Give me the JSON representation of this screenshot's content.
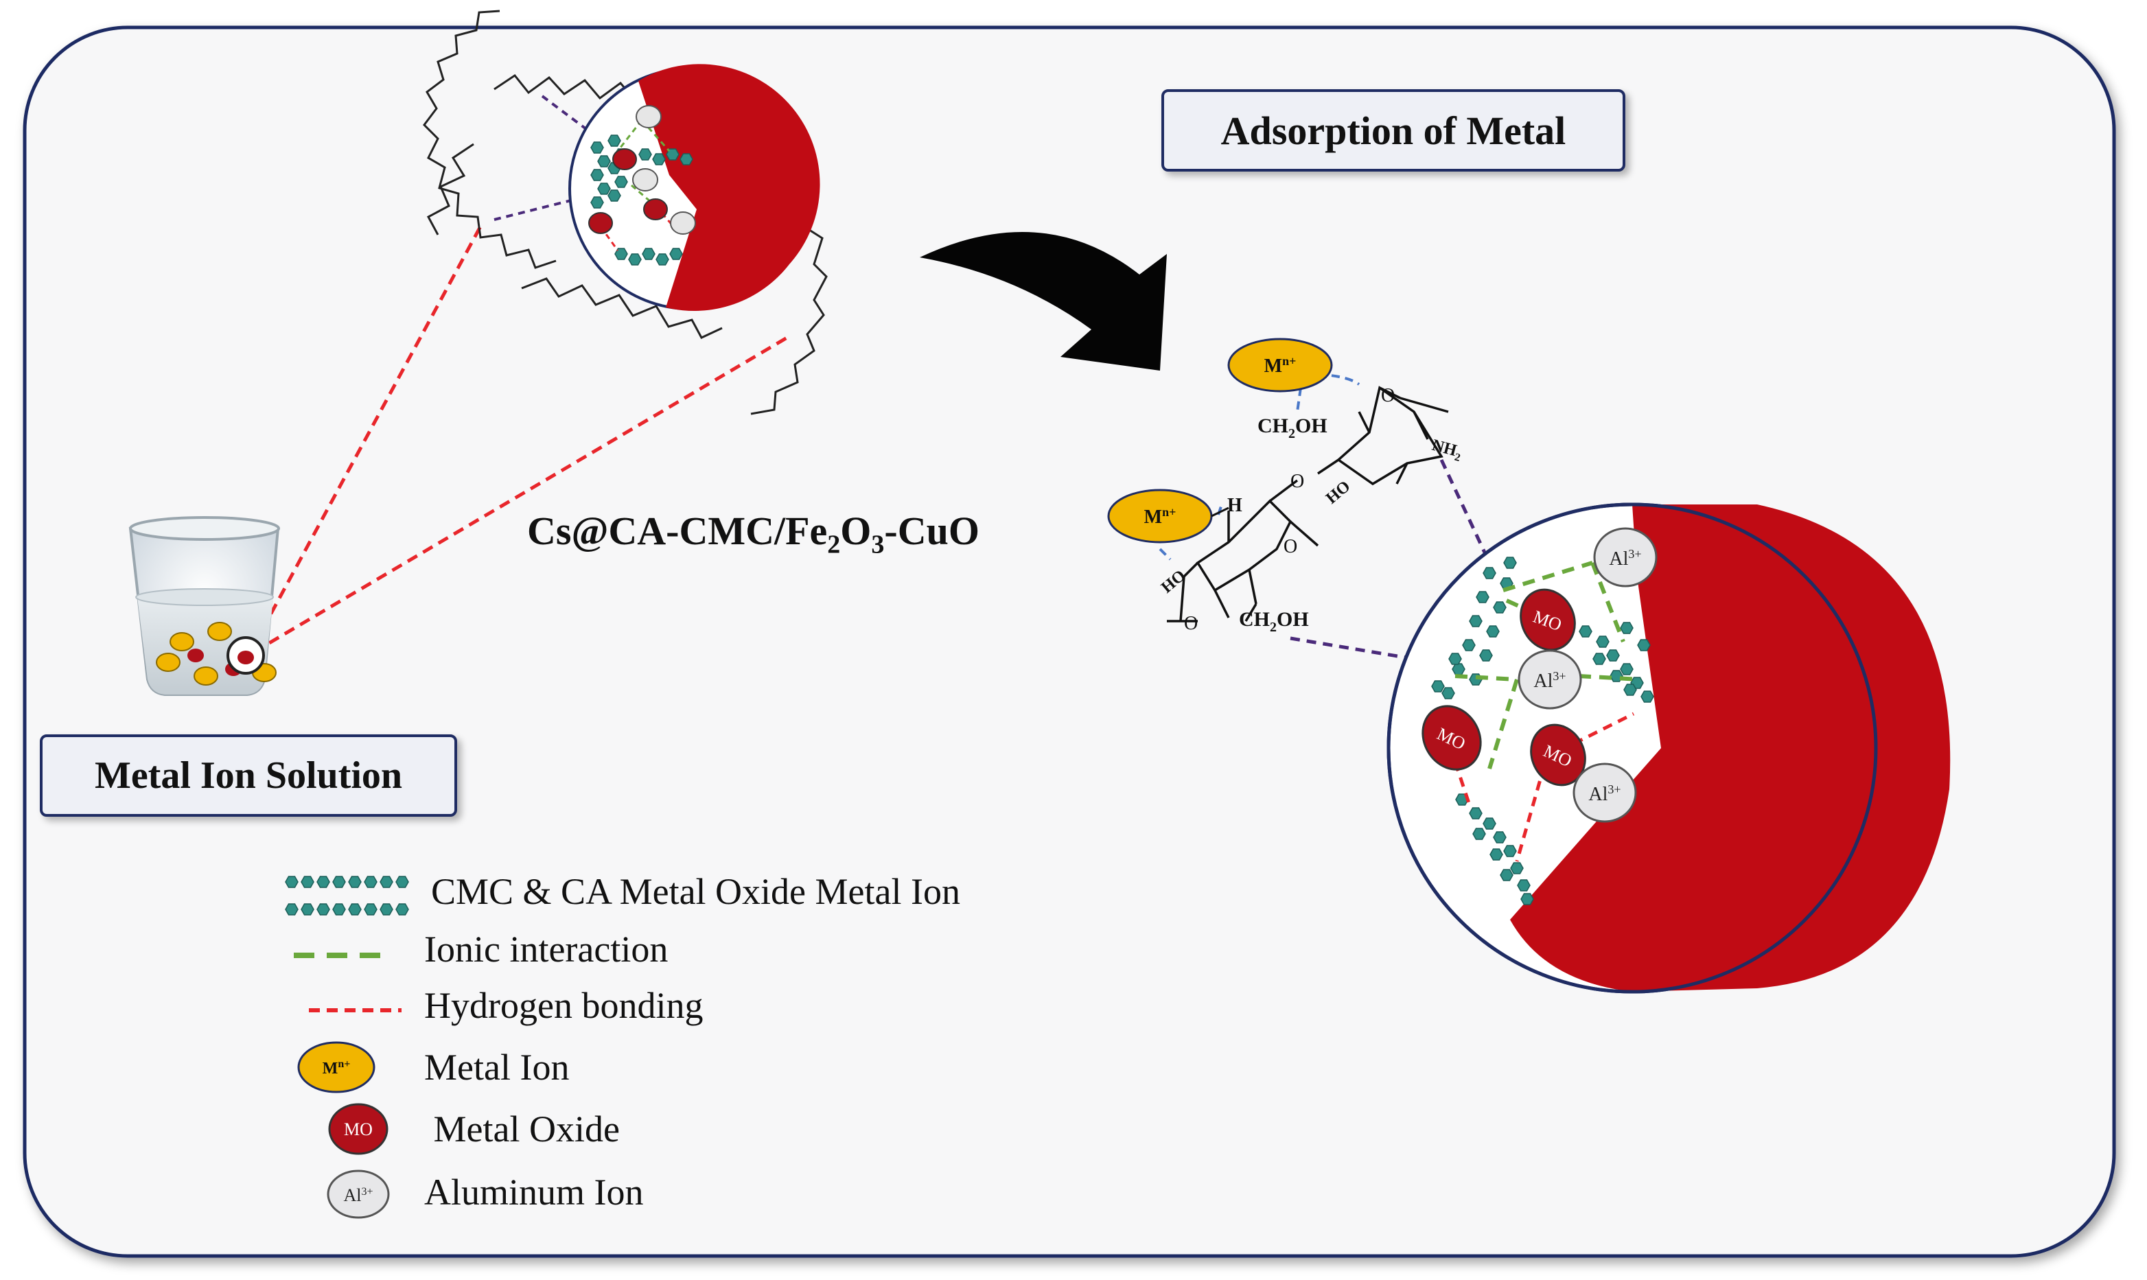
{
  "labels": {
    "adsorption": "Adsorption of Metal",
    "solution": "Metal Ion  Solution",
    "formula_parts": [
      "Cs@CA-CMC/Fe",
      "2",
      "O",
      "3",
      "-CuO"
    ]
  },
  "molecule": {
    "ch2oh": "CH",
    "ch2oh_sub": "2",
    "ch2oh_tail": "OH",
    "nh2": "NH",
    "nh2_sub": "2",
    "ho": "HO",
    "h": "H",
    "o": "O"
  },
  "badges": {
    "metal_ion": "M",
    "metal_ion_sup": "n+",
    "metal_oxide": "MO",
    "aluminum": "Al",
    "aluminum_sup": "3+"
  },
  "legend": [
    {
      "icon": "chain",
      "label": "CMC & CA Metal Oxide Metal Ion"
    },
    {
      "icon": "green-dash",
      "label": "Ionic interaction"
    },
    {
      "icon": "red-dash",
      "label": "Hydrogen  bonding"
    },
    {
      "icon": "metal-ion",
      "label": "Metal Ion"
    },
    {
      "icon": "metal-oxide",
      "label": " Metal Oxide"
    },
    {
      "icon": "aluminum-ion",
      "label": "Aluminum Ion"
    }
  ],
  "colors": {
    "frame": "#1f2c63",
    "particle_red": "#c00b14",
    "metal_ion_yellow": "#f1b500",
    "ionic_green": "#6aa83c",
    "hbond_red": "#e8262b",
    "chain_teal": "#2f8f86",
    "purple_dash": "#4a2a7a",
    "blue_dash": "#4a78c8"
  }
}
